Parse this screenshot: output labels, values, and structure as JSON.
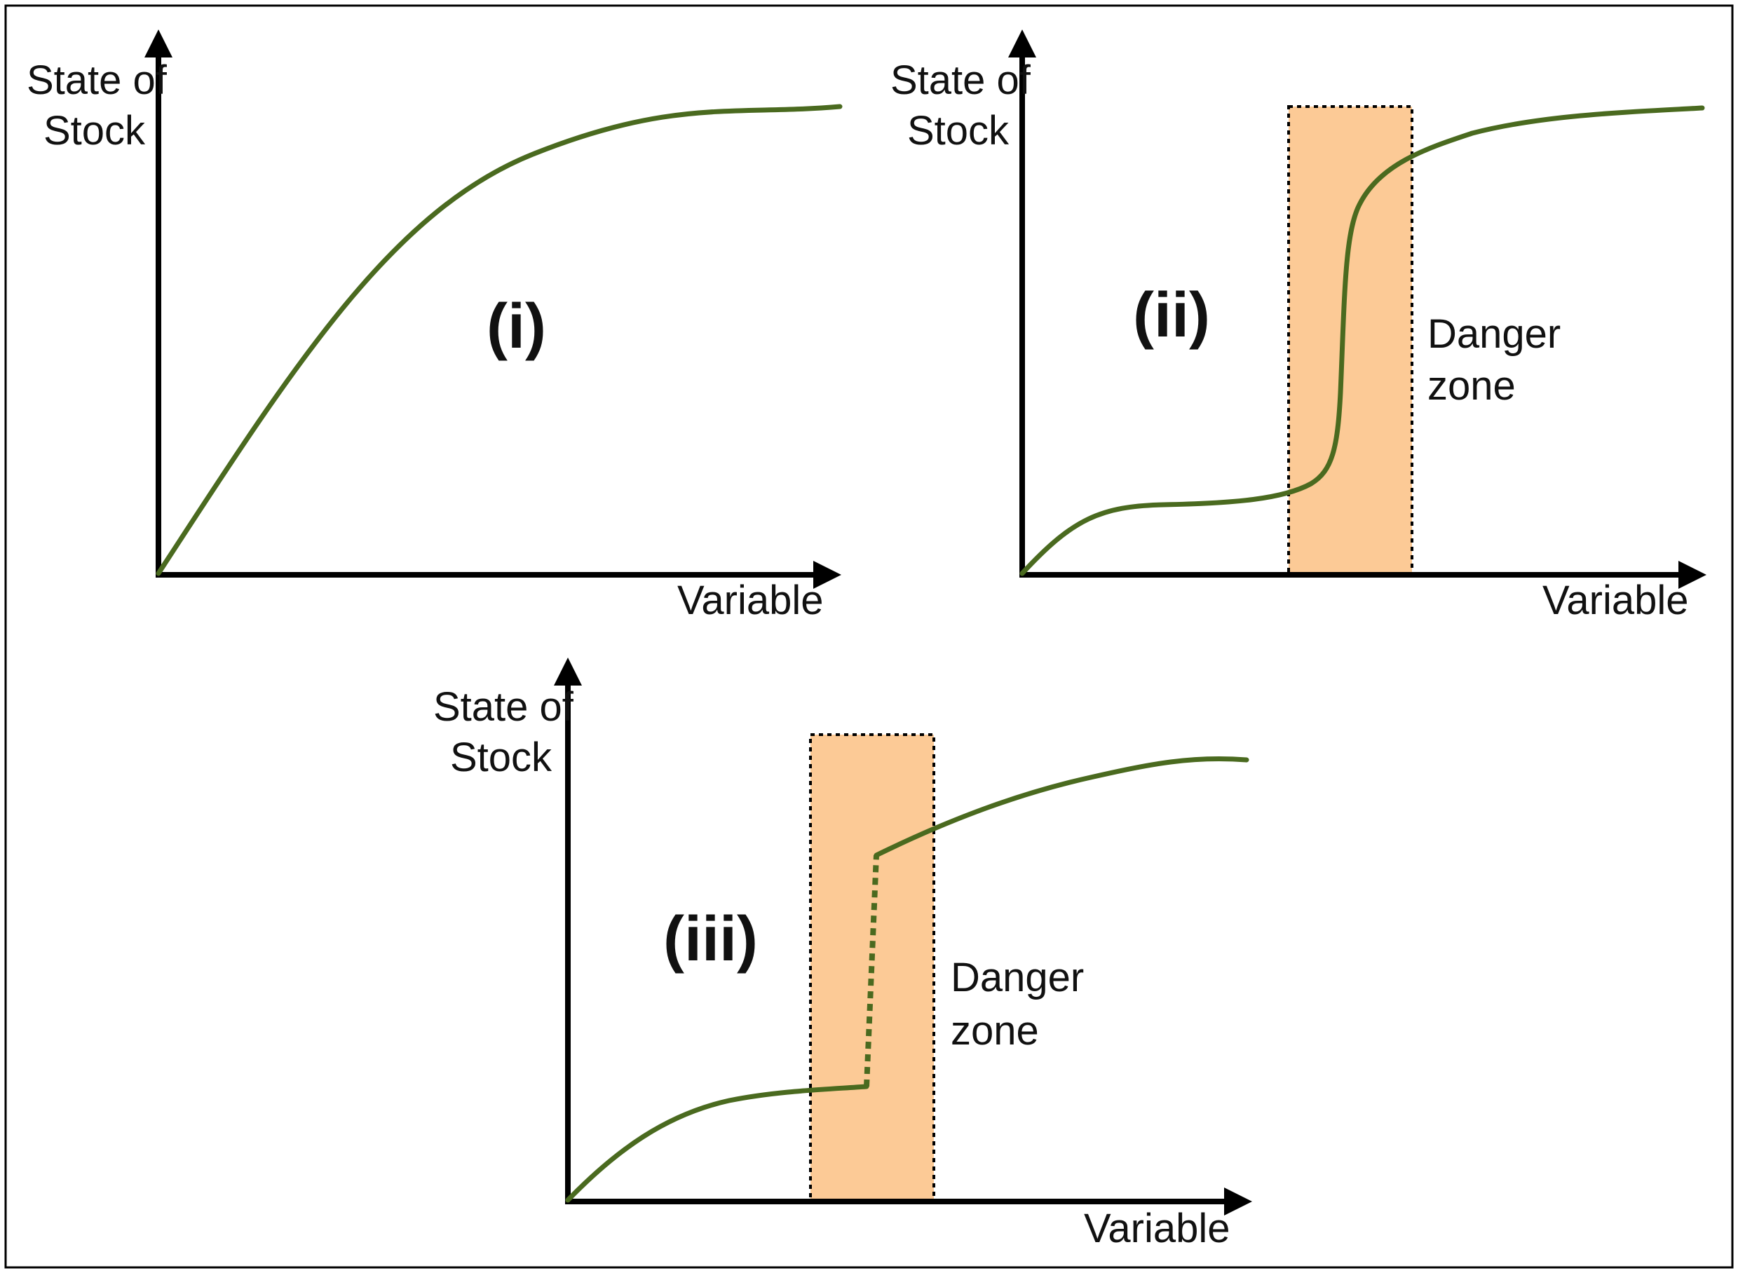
{
  "colors": {
    "curve": "#4a6a1f",
    "axis": "#000000",
    "zone_fill": "#fcca96",
    "zone_border": "#000000",
    "border": "#000000"
  },
  "panels": [
    {
      "id": "i",
      "label": "(i)",
      "y_axis_label": [
        "State of",
        "Stock"
      ],
      "x_axis_label": "Variable",
      "curve": "smooth saturating rise",
      "danger_zone": null
    },
    {
      "id": "ii",
      "label": "(ii)",
      "y_axis_label": [
        "State of",
        "Stock"
      ],
      "x_axis_label": "Variable",
      "curve": "plateau, steep continuous rise inside danger zone, upper plateau",
      "danger_zone": {
        "label": [
          "Danger",
          "zone"
        ]
      }
    },
    {
      "id": "iii",
      "label": "(iii)",
      "y_axis_label": [
        "State of",
        "Stock"
      ],
      "x_axis_label": "Variable",
      "curve": "plateau, dotted abrupt jump inside danger zone, upper plateau",
      "danger_zone": {
        "label": [
          "Danger",
          "zone"
        ]
      }
    }
  ]
}
